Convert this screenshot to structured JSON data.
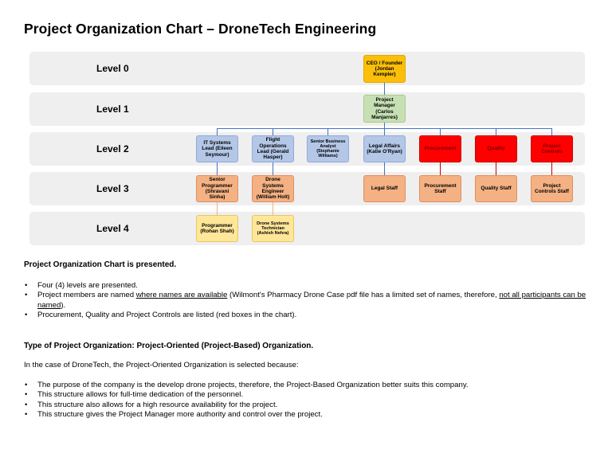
{
  "title": "Project Organization Chart – DroneTech Engineering",
  "levels": [
    "Level 0",
    "Level 1",
    "Level 2",
    "Level 3",
    "Level 4"
  ],
  "chart": {
    "ceo": "CEO / Founder (Jordan Kempler)",
    "pm": "Project Manager (Carlos Manjarres)",
    "it_lead": "IT Systems Lead (Eileen Seymour)",
    "flight_lead": "Flight Operations Lead (Gerald Hasper)",
    "biz_analyst": "Senior Business Analyst (Stephanie Williams)",
    "legal": "Legal Affairs (Katie O'Ryan)",
    "procurement": "Procurement",
    "quality": "Quality",
    "controls": "Project Controls",
    "senior_programmer": "Senior Programmer (Shravani Sinha)",
    "drone_engineer": "Drone Systems Engineer (William Holt)",
    "legal_staff": "Legal Staff",
    "procurement_staff": "Procurement Staff",
    "quality_staff": "Quality Staff",
    "controls_staff": "Project Controls Staff",
    "programmer": "Programmer (Rohan Shah)",
    "drone_tech": "Drone Systems Technician (Ashish Nehra)",
    "colors": {
      "yellow": "#fbbf0a",
      "green": "#c6e0b4",
      "blue": "#b4c7e7",
      "red": "#ff0000",
      "orange": "#f4b183",
      "light_yellow": "#ffe699"
    }
  },
  "section1": {
    "heading": "Project Organization Chart is presented.",
    "b1": "Four (4) levels are presented.",
    "b2_pre": "Project members are named ",
    "b2_u1": "where names are available",
    "b2_mid": " (Wilmont's Pharmacy Drone Case pdf file has a limited set of names, therefore, ",
    "b2_u2": "not all participants can be named",
    "b2_end": ").",
    "b3": "Procurement, Quality and Project Controls are listed (red boxes in the chart)."
  },
  "section2": {
    "heading": "Type of Project Organization: Project-Oriented (Project-Based) Organization.",
    "intro": "In the case of DroneTech, the Project-Oriented Organization is selected because:",
    "bullets": [
      "The purpose of the company is the develop drone projects, therefore, the Project-Based Organization better suits this company.",
      "This structure allows for full-time dedication of the personnel.",
      "This structure also allows for a high resource availability for the project.",
      "This structure gives the Project Manager more authority and control over the project."
    ]
  }
}
